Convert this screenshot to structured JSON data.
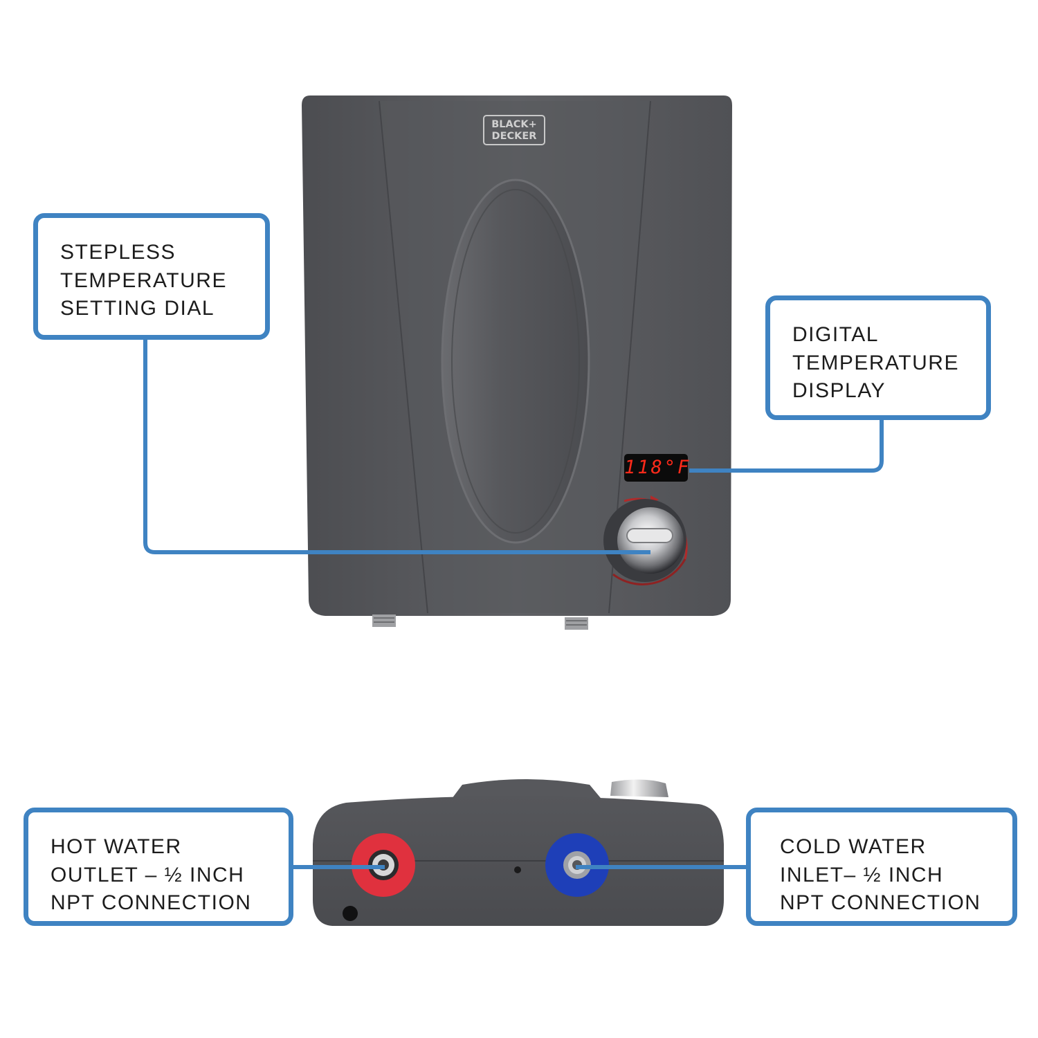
{
  "brand": {
    "logo_text": [
      "BLACK+",
      "DECKER"
    ]
  },
  "display": {
    "readout": "118°F"
  },
  "callouts": {
    "dial": {
      "lines": [
        "STEPLESS",
        "TEMPERATURE",
        "SETTING DIAL"
      ]
    },
    "display": {
      "lines": [
        "DIGITAL",
        "TEMPERATURE",
        "DISPLAY"
      ]
    },
    "hot": {
      "lines": [
        "HOT WATER",
        "OUTLET – ½ INCH",
        "NPT CONNECTION"
      ]
    },
    "cold": {
      "lines": [
        "COLD WATER",
        "INLET– ½ INCH",
        "NPT CONNECTION"
      ]
    }
  },
  "colors": {
    "callout_border": "#3f83c2",
    "unit_body": "#5a5b5f",
    "hot_port": "#e0313e",
    "cold_port": "#1e3fb8",
    "display_digits": "#ff2a1a",
    "background": "#ffffff"
  }
}
